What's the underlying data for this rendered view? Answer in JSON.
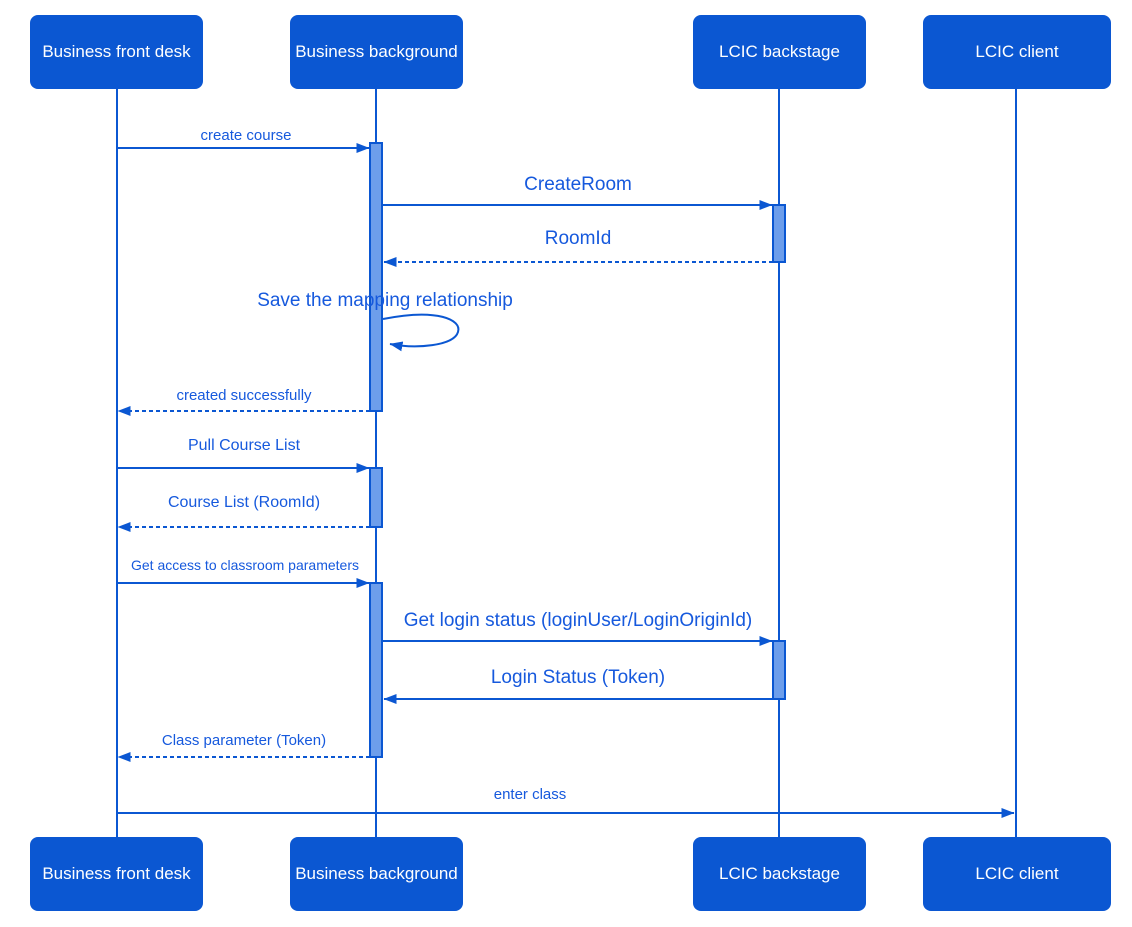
{
  "actors": [
    {
      "label": "Business front desk"
    },
    {
      "label": "Business background"
    },
    {
      "label": "LCIC backstage"
    },
    {
      "label": "LCIC client"
    }
  ],
  "messages": [
    {
      "label": "create course",
      "from": "Business front desk",
      "to": "Business background",
      "line": "solid"
    },
    {
      "label": "CreateRoom",
      "from": "Business background",
      "to": "LCIC backstage",
      "line": "solid"
    },
    {
      "label": "RoomId",
      "from": "LCIC backstage",
      "to": "Business background",
      "line": "dashed"
    },
    {
      "label": "Save the mapping relationship",
      "from": "Business background",
      "to": "Business background",
      "line": "self-loop"
    },
    {
      "label": "created successfully",
      "from": "Business background",
      "to": "Business front desk",
      "line": "dashed"
    },
    {
      "label": "Pull Course List",
      "from": "Business front desk",
      "to": "Business background",
      "line": "solid"
    },
    {
      "label": "Course List (RoomId)",
      "from": "Business background",
      "to": "Business front desk",
      "line": "dashed"
    },
    {
      "label": "Get access to classroom parameters",
      "from": "Business front desk",
      "to": "Business background",
      "line": "solid"
    },
    {
      "label": "Get login status (loginUser/LoginOriginId)",
      "from": "Business background",
      "to": "LCIC backstage",
      "line": "solid"
    },
    {
      "label": "Login Status (Token)",
      "from": "LCIC backstage",
      "to": "Business background",
      "line": "solid"
    },
    {
      "label": "Class parameter (Token)",
      "from": "Business background",
      "to": "Business front desk",
      "line": "dashed"
    },
    {
      "label": "enter class",
      "from": "Business front desk",
      "to": "LCIC client",
      "line": "solid"
    }
  ],
  "colors": {
    "actor_fill": "#0b57d2",
    "actor_text": "#ffffff",
    "line": "#0b57d2",
    "message_text": "#1659dd",
    "activation_fill": "#6d9eeb",
    "background": "#ffffff"
  }
}
